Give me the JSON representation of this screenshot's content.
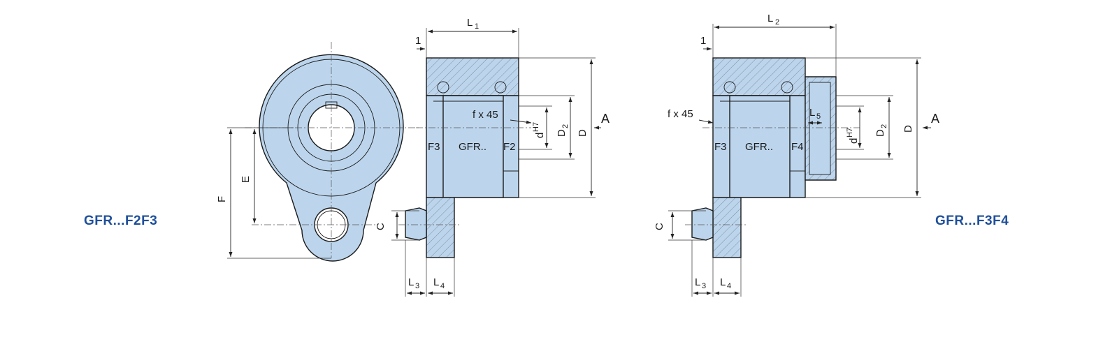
{
  "models": {
    "left": "GFR...F2F3",
    "right": "GFR...F3F4"
  },
  "labels": {
    "body": "GFR..",
    "F2": "F2",
    "F3": "F3",
    "F4": "F4",
    "chamfer": "f x 45"
  },
  "dims": {
    "L1": "L",
    "L1_sub": "1",
    "L2": "L",
    "L2_sub": "2",
    "L3": "L",
    "L3_sub": "3",
    "L4": "L",
    "L4_sub": "4",
    "L5": "L",
    "L5_sub": "5",
    "one": "1",
    "d": "d",
    "d_sub": "H7",
    "D2": "D",
    "D2_sub": "2",
    "D": "D",
    "A": "A",
    "C": "C",
    "E": "E",
    "F": "F"
  },
  "colors": {
    "part_fill": "#bcd5ec",
    "model_label": "#1f4f9a"
  }
}
